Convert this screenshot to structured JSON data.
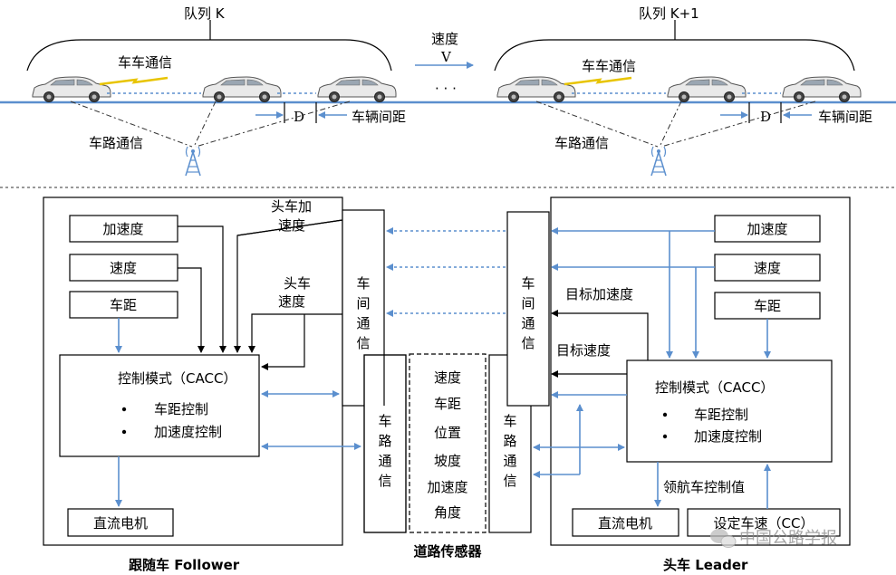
{
  "top": {
    "platoon_k": "队列  K",
    "platoon_k1": "队列  K+1",
    "speed_label": "速度",
    "speed_symbol": "V",
    "ellipsis": "· · ·",
    "v2v_left": "车车通信",
    "v2v_right": "车车通信",
    "v2i_left": "车路通信",
    "v2i_right": "车路通信",
    "gap_d_left": "D",
    "gap_d_right": "D",
    "gap_text_left": "车辆间距",
    "gap_text_right": "车辆间距"
  },
  "follower": {
    "title": "跟随车  Follower",
    "accel": "加速度",
    "speed": "速度",
    "distance": "车距",
    "head_accel_1": "头车加",
    "head_accel_2": "速度",
    "head_speed_1": "头车",
    "head_speed_2": "速度",
    "control_title": "控制模式（CACC）",
    "control_item_1": "车距控制",
    "control_item_2": "加速度控制",
    "dc_motor": "直流电机"
  },
  "leader": {
    "title": "头车  Leader",
    "accel": "加速度",
    "speed": "速度",
    "distance": "车距",
    "target_accel": "目标加速度",
    "target_speed": "目标速度",
    "control_title": "控制模式（CACC）",
    "control_item_1": "车距控制",
    "control_item_2": "加速度控制",
    "cruise_value": "领航车控制值",
    "dc_motor": "直流电机",
    "set_speed": "设定车速（CC）"
  },
  "comm": {
    "v2v_chars": [
      "车",
      "间",
      "通",
      "信"
    ],
    "v2i_chars": [
      "车",
      "路",
      "通",
      "信"
    ]
  },
  "sensor": {
    "title": "道路传感器",
    "items": [
      "速度",
      "车距",
      "位置",
      "坡度",
      "加速度",
      "角度"
    ]
  },
  "watermark": "中国公路学报"
}
